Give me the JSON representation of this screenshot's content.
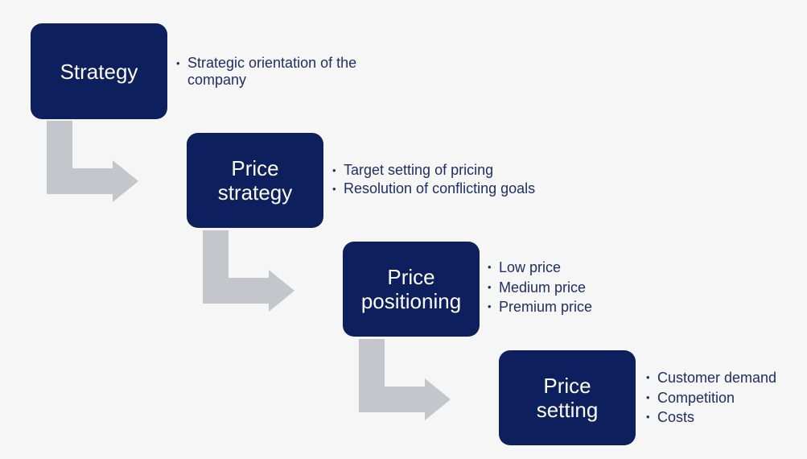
{
  "steps": [
    {
      "title_lines": [
        "Strategy"
      ],
      "bullets": [
        "Strategic orientation of the company"
      ]
    },
    {
      "title_lines": [
        "Price",
        "strategy"
      ],
      "bullets": [
        "Target setting of pricing",
        "Resolution of conflicting goals"
      ]
    },
    {
      "title_lines": [
        "Price",
        "positioning"
      ],
      "bullets": [
        "Low price",
        "Medium price",
        "Premium price"
      ]
    },
    {
      "title_lines": [
        "Price",
        "setting"
      ],
      "bullets": [
        "Customer demand",
        "Competition",
        "Costs"
      ]
    }
  ],
  "colors": {
    "box": "#0d1f5c",
    "text": "#1f2f66",
    "arrow": "#c4c6cc",
    "background": "#f6f6f7"
  }
}
